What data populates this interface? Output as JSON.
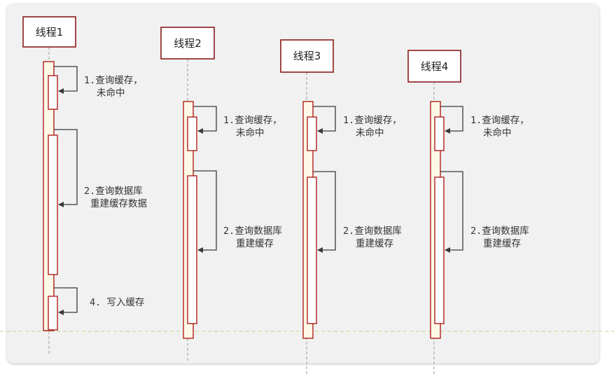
{
  "threads": [
    {
      "name": "线程1",
      "steps": [
        {
          "lines": [
            "1.查询缓存，",
            "未命中"
          ]
        },
        {
          "lines": [
            "2.查询数据库",
            "重建缓存数据"
          ]
        },
        {
          "lines": [
            "4.  写入缓存"
          ]
        }
      ]
    },
    {
      "name": "线程2",
      "steps": [
        {
          "lines": [
            "1.查询缓存，",
            "未命中"
          ]
        },
        {
          "lines": [
            "2.查询数据库",
            "重建缓存"
          ]
        }
      ]
    },
    {
      "name": "线程3",
      "steps": [
        {
          "lines": [
            "1.查询缓存，",
            "未命中"
          ]
        },
        {
          "lines": [
            "2.查询数据库",
            "重建缓存"
          ]
        }
      ]
    },
    {
      "name": "线程4",
      "steps": [
        {
          "lines": [
            "1.查询缓存，",
            "未命中"
          ]
        },
        {
          "lines": [
            "2.查询数据库",
            "重建缓存"
          ]
        }
      ]
    }
  ],
  "colors": {
    "box_border": "#8b1a1a",
    "lifeline": "#9a9a9a",
    "activation_fill": "#fdf9e6",
    "activation_border": "#b01e1e",
    "arrow": "#3a3a3a",
    "divider": "#cfd9a0"
  }
}
